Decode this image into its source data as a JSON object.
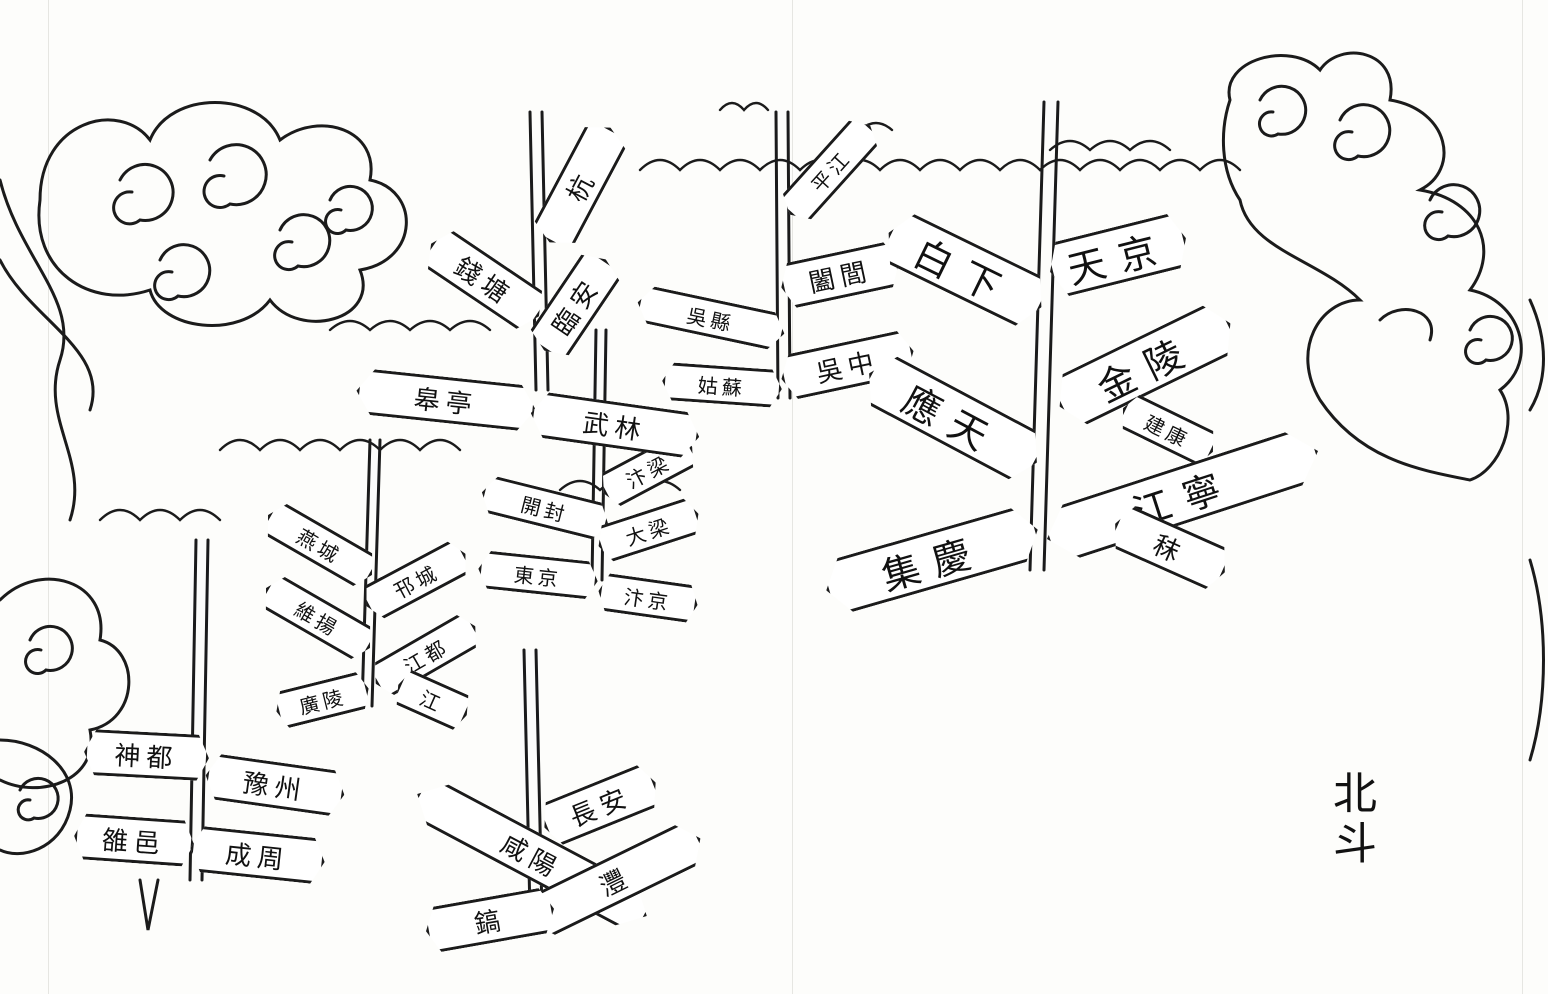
{
  "caption": "北斗",
  "colors": {
    "ink": "#1b1b1b",
    "paper": "#fdfdfb",
    "sign": "#ffffff"
  },
  "signs": {
    "s1": "長安",
    "s2": "咸陽",
    "s3": "灃",
    "s4": "鎬",
    "s5": "神都",
    "s6": "豫州",
    "s7": "雒邑",
    "s8": "成周",
    "s9": "燕城",
    "s10": "邗城",
    "s11": "維揚",
    "s12": "江都",
    "s13": "廣陵",
    "s14": "江",
    "s15": "汴梁",
    "s16": "汴京",
    "s17": "大梁",
    "s18": "東京",
    "s19": "開封",
    "s20": "皋亭",
    "s21": "武林",
    "s22": "錢塘",
    "s23": "臨安",
    "s24": "杭",
    "s25": "平江",
    "s26": "闔閭",
    "s27": "吳縣",
    "s28": "吳中",
    "s29": "姑蘇",
    "s30": "天京",
    "s31": "白下",
    "s32": "金陵",
    "s33": "應天",
    "s34": "建康",
    "s35": "江寧",
    "s36": "集慶",
    "s37": "秣"
  }
}
